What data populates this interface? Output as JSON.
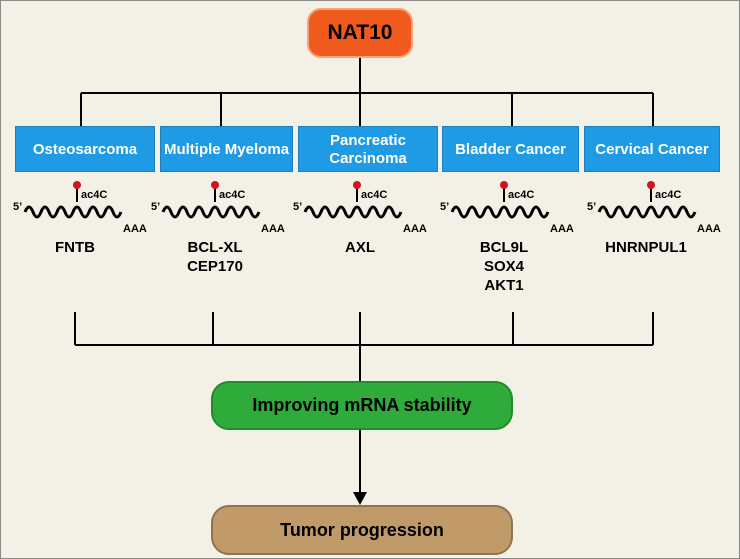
{
  "root": {
    "label": "NAT10"
  },
  "cancers": [
    {
      "label": "Osteosarcoma",
      "genes": [
        "FNTB"
      ]
    },
    {
      "label": "Multiple Myeloma",
      "genes": [
        "BCL-XL",
        "CEP170"
      ]
    },
    {
      "label": "Pancreatic Carcinoma",
      "genes": [
        "AXL"
      ]
    },
    {
      "label": "Bladder Cancer",
      "genes": [
        "BCL9L",
        "SOX4",
        "AKT1"
      ]
    },
    {
      "label": "Cervical Cancer",
      "genes": [
        "HNRNPUL1"
      ]
    }
  ],
  "mrna": {
    "five_prime": "5’",
    "poly_a": "AAA",
    "modification": "ac4C"
  },
  "steps": {
    "stability": "Improving mRNA stability",
    "outcome": "Tumor progression"
  },
  "colors": {
    "root": "#f05a1d",
    "cancer_box": "#1f9be6",
    "stability_box": "#2eab3a",
    "outcome_box": "#c09b69",
    "modification_dot": "#d0141c"
  }
}
